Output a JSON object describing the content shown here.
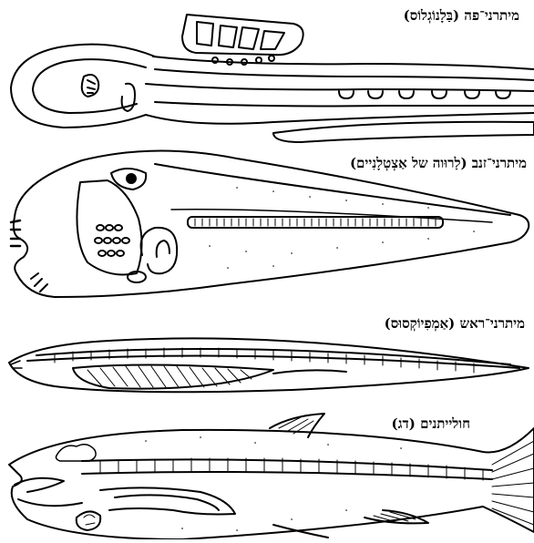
{
  "panels": [
    {
      "id": "hemichordata",
      "label": "מיתרני־פה (בַּלָנוֹגְלוֹס)"
    },
    {
      "id": "urochordata",
      "label": "מיתרני־זנב (לַרוּוה של אַצְטְלָנִיים)"
    },
    {
      "id": "cephalochordata",
      "label": "מיתרני־ראש (אַמְפִיוֹקְסוּס)"
    },
    {
      "id": "vertebrata",
      "label": "חולייתנים (דג)"
    }
  ],
  "colors": {
    "ink": "#000000",
    "paper": "#ffffff"
  }
}
